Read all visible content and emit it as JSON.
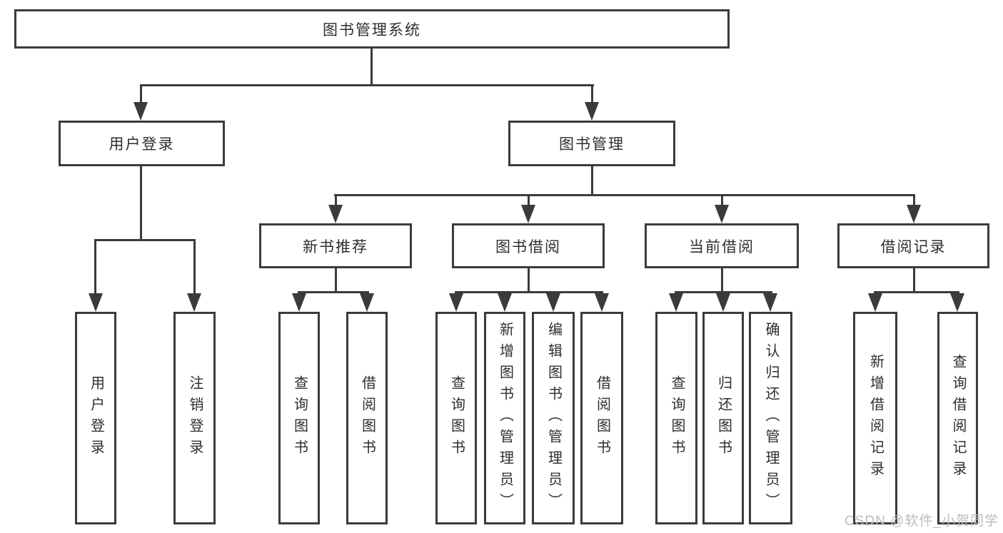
{
  "tree": {
    "root": "图书管理系统",
    "login": {
      "label": "用户登录",
      "children": [
        "用户登录",
        "注销登录"
      ]
    },
    "mgmt": {
      "label": "图书管理",
      "groups": [
        {
          "label": "新书推荐",
          "children": [
            "查询图书",
            "借阅图书"
          ]
        },
        {
          "label": "图书借阅",
          "children": [
            "查询图书",
            "新增图书（管理员）",
            "编辑图书（管理员）",
            "借阅图书"
          ]
        },
        {
          "label": "当前借阅",
          "children": [
            "查询图书",
            "归还图书",
            "确认归还（管理员）"
          ]
        },
        {
          "label": "借阅记录",
          "children": [
            "新增借阅记录",
            "查询借阅记录"
          ]
        }
      ]
    }
  },
  "watermark": "CSDN @软件_小贺同学"
}
